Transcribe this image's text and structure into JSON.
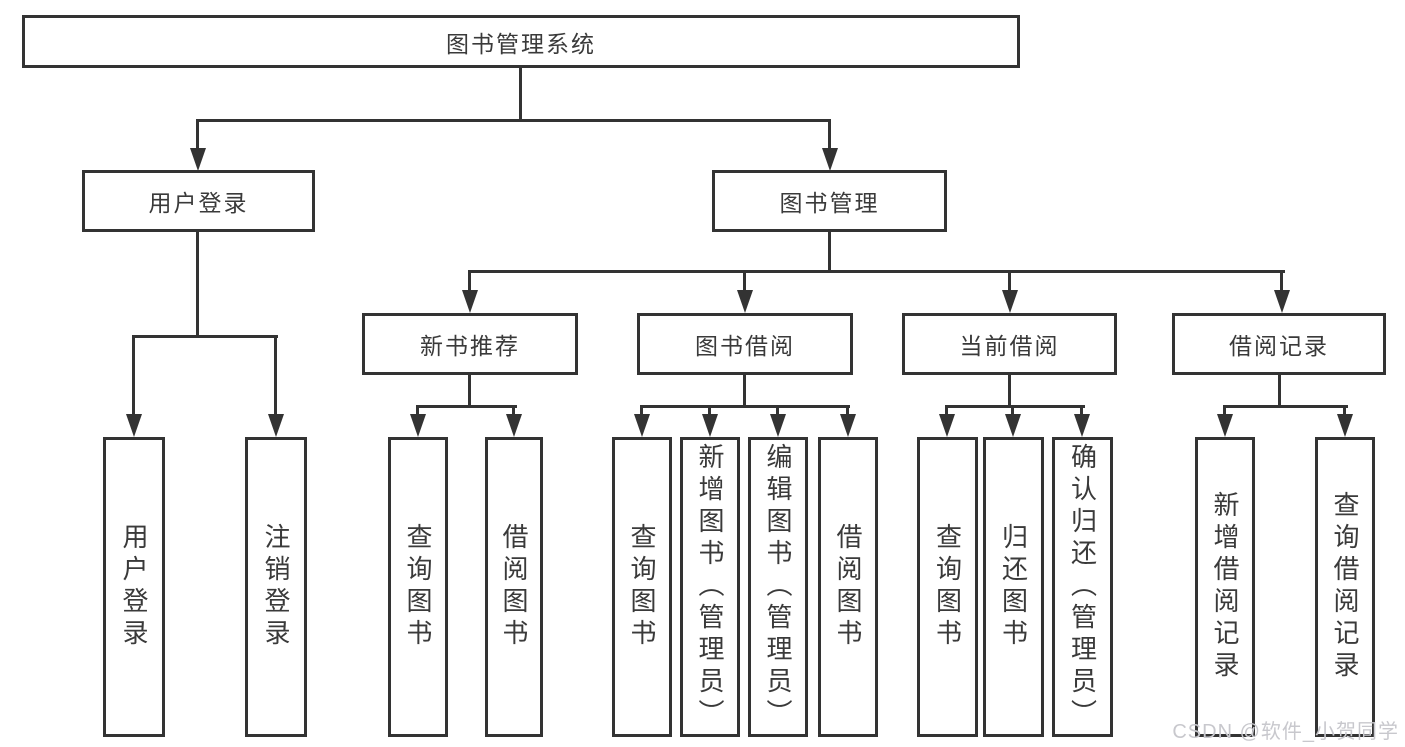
{
  "diagram": {
    "root": "图书管理系统",
    "level2": {
      "user_login": "用户登录",
      "book_mgmt": "图书管理"
    },
    "level3": {
      "new_book_rec": "新书推荐",
      "book_borrow": "图书借阅",
      "current_borrow": "当前借阅",
      "borrow_records": "借阅记录"
    },
    "leaves": {
      "user_login": "用户登录",
      "logout": "注销登录",
      "rec_query_books": "查询图书",
      "rec_borrow_books": "借阅图书",
      "bor_query_books": "查询图书",
      "bor_add_books_admin": "新增图书（管理员）",
      "bor_edit_books_admin": "编辑图书（管理员）",
      "bor_borrow_books": "借阅图书",
      "cur_query_books": "查询图书",
      "cur_return_books": "归还图书",
      "cur_confirm_return_admin": "确认归还（管理员）",
      "hist_add_record": "新增借阅记录",
      "hist_query_record": "查询借阅记录"
    }
  },
  "watermark": "CSDN @软件_小贺同学",
  "colors": {
    "line": "#333333",
    "text": "#3a3a3a",
    "watermark": "#c8c8cd",
    "background": "#ffffff"
  }
}
